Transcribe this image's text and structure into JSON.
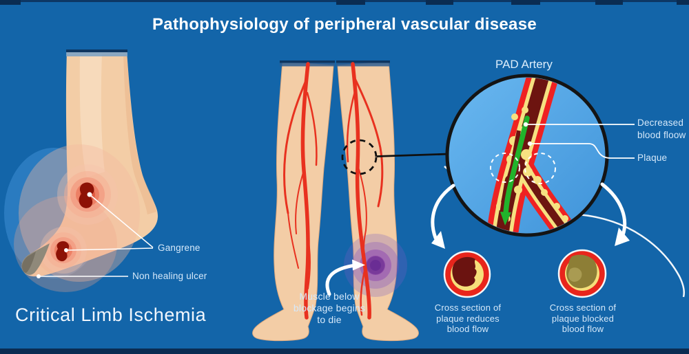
{
  "title": "Pathophysiology of peripheral vascular disease",
  "left_panel": {
    "gangrene_label": "Gangrene",
    "ulcer_label": "Non healing ulcer",
    "caption": "Critical Limb Ischemia"
  },
  "center_panel": {
    "muscle_note": "Muscle below\nblockage begins\nto die"
  },
  "right_panel": {
    "pad_artery_label": "PAD Artery",
    "decreased_flow_label": "Decreased\nblood floow",
    "plaque_label": "Plaque",
    "cross_sections": [
      {
        "caption": "Cross section of\nplaque reduces\nblood flow"
      },
      {
        "caption": "Cross section of\nplaque blocked\nblood flow"
      }
    ]
  },
  "colors": {
    "background": "#1365a9",
    "title_text": "#ffffff",
    "label_text": "#d6e9fa",
    "skin": "#f3cda6",
    "artery_red": "#e8311f",
    "plaque_yellow": "#f6e181",
    "lumen_dark_red": "#6d1410",
    "magnifier_blue": "#58abe8",
    "healthy_flow_green": "#21b32b",
    "wound_dark_red": "#8d1206",
    "gangrene_toe_gray": "#8f897a",
    "muscle_death_purple": "#7c2e9e",
    "edge_strip_navy": "#0a2c52"
  }
}
